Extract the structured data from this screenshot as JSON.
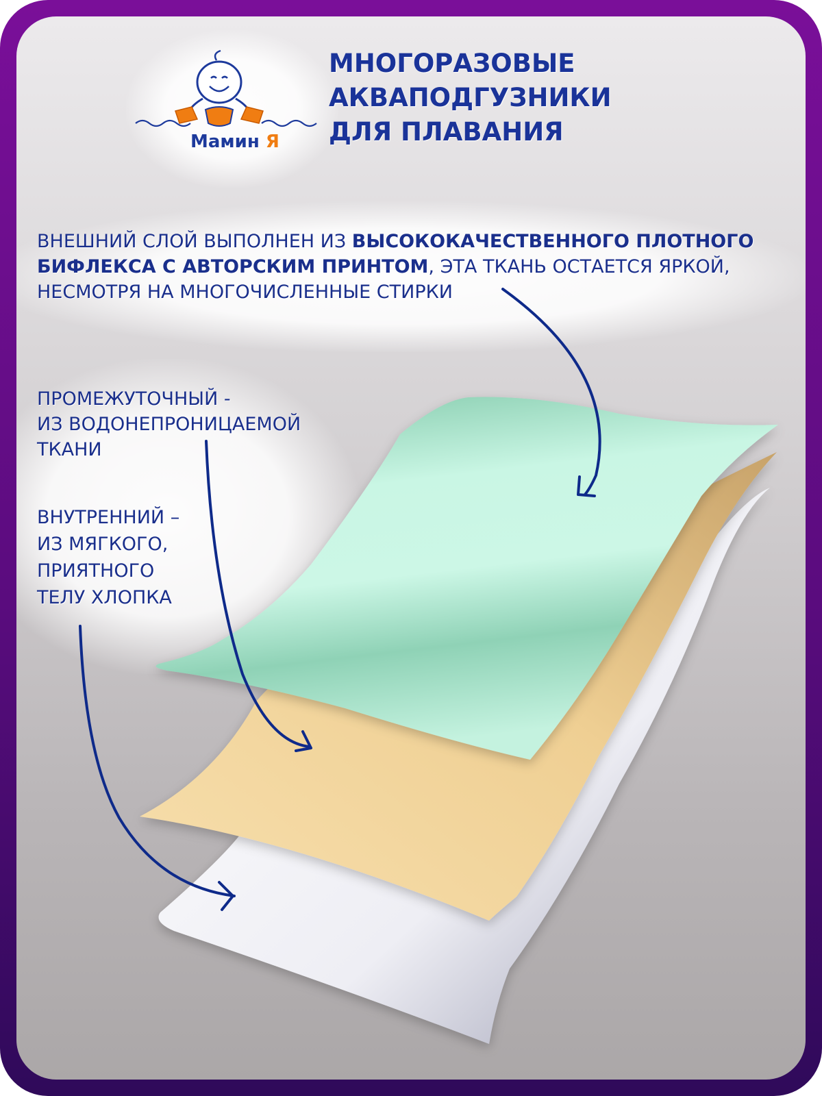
{
  "brand": {
    "name": "Мамин",
    "name_accent": "Я"
  },
  "title": {
    "line1": "МНОГОРАЗОВЫЕ",
    "line2": "АКВАПОДГУЗНИКИ",
    "line3": "ДЛЯ ПЛАВАНИЯ"
  },
  "layers": {
    "outer": {
      "part1": "ВНЕШНИЙ СЛОЙ ВЫПОЛНЕН ИЗ ",
      "part2_bold": "ВЫСОКОКАЧЕСТВЕННОГО ПЛОТНОГО БИФЛЕКСА С АВТОРСКИМ ПРИНТОМ",
      "part3": ", ЭТА ТКАНЬ ОСТАЕТСЯ ЯРКОЙ, НЕСМОТРЯ НА МНОГОЧИСЛЕННЫЕ СТИРКИ",
      "color": "#8fd2b6"
    },
    "middle": {
      "line1": "ПРОМЕЖУТОЧНЫЙ -",
      "line2": "ИЗ ВОДОНЕПРОНИЦАЕМОЙ",
      "line3": "ТКАНИ",
      "color": "#efcf93"
    },
    "inner": {
      "line1": "ВНУТРЕННИЙ –",
      "line2": "ИЗ МЯГКОГО,",
      "line3": "ПРИЯТНОГО",
      "line4": "ТЕЛУ ХЛОПКА",
      "color": "#f2f2f6"
    }
  },
  "colors": {
    "frame": "#6a0d8f",
    "text": "#1a2f8c",
    "arrow": "#0e2a8a",
    "brand_accent": "#f07d12"
  },
  "icons": {
    "logo": "smiling-baby-with-armbands-icon",
    "arrows": "curved-arrow-icon"
  }
}
